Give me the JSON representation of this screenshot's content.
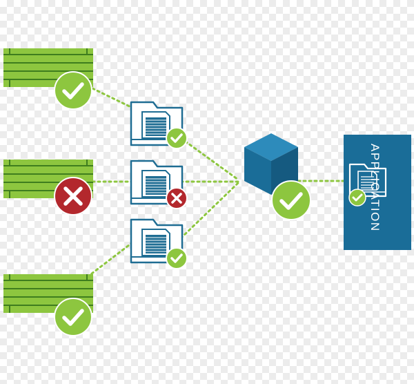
{
  "colors": {
    "green": "#8dc63f",
    "green_dark": "#3e7d1e",
    "red": "#b3282d",
    "blue": "#1a6d98",
    "blue_light": "#2d8bbb",
    "folder_outline": "#1f6d93"
  },
  "application": {
    "label": "APPLICATION"
  },
  "sources": [
    {
      "status": "valid",
      "icon": "check-icon"
    },
    {
      "status": "invalid",
      "icon": "x-icon"
    },
    {
      "status": "valid",
      "icon": "check-icon"
    }
  ],
  "documents": [
    {
      "status": "valid",
      "icon": "check-icon"
    },
    {
      "status": "invalid",
      "icon": "x-icon"
    },
    {
      "status": "valid",
      "icon": "check-icon"
    }
  ],
  "hub": {
    "status": "valid",
    "icon": "check-icon"
  }
}
